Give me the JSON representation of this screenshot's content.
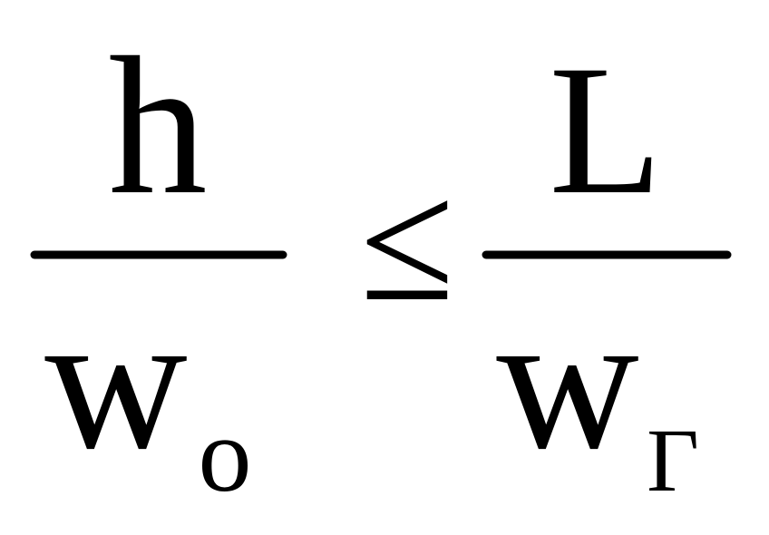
{
  "formula": {
    "left": {
      "numerator": "h",
      "denominator": "w",
      "subscript": "o"
    },
    "relation": "≤",
    "right": {
      "numerator": "L",
      "denominator": "w",
      "subscript": "Γ"
    }
  },
  "colors": {
    "ink": "#000000",
    "background": "#ffffff"
  }
}
